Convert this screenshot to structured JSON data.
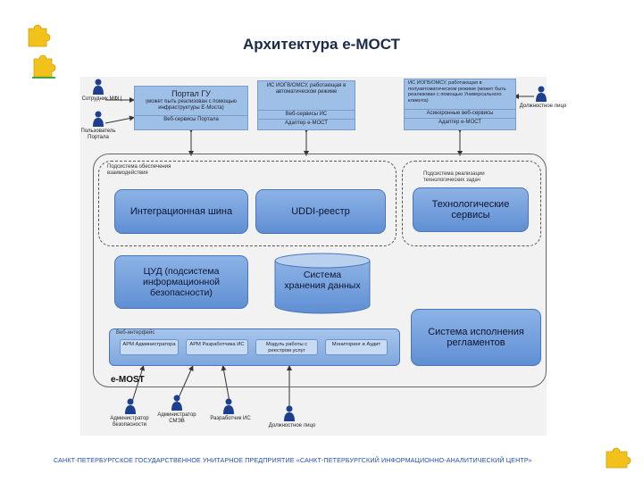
{
  "title": "Архитектура е-МОСТ",
  "footer": "САНКТ-ПЕТЕРБУРГСКОЕ ГОСУДАРСТВЕННОЕ УНИТАРНОЕ ПРЕДПРИЯТИЕ «САНКТ-ПЕТЕРБУРГСКИЙ ИНФОРМАЦИОННО-АНАЛИТИЧЕСКИЙ ЦЕНТР»",
  "colors": {
    "puzzle": "#f2c21b",
    "accent_blue": "#5f8fd3",
    "footer_text": "#1f4fb5"
  },
  "top": {
    "portal_title": "Портал ГУ",
    "portal_note": "(может быть реализован с помощью инфраструктуры Е-Моста)",
    "portal_sub": "Веб-сервисы Портала",
    "isov_auto": "ИС ИОГВ/ОМСУ, работающая в автоматическом режиме",
    "isov_auto_ws": "Веб-сервисы ИС",
    "isov_auto_adapter": "Адаптер е-МОСТ",
    "isov_semi": "ИС ИОГВ/ОМСУ, работающая в полуавтоматическом режиме (может быть реализован с помощью Универсального клиента)",
    "isov_semi_ws": "Асинхронные веб-сервисы",
    "isov_semi_adapter": "Адаптер е-МОСТ"
  },
  "actors": {
    "mfc": "Сотрудник МФЦ",
    "portal_user": "Пользователь Портала",
    "official_top": "Должностное лицо",
    "admin_sec": "Администратор безопасности",
    "admin_smev": "Администратор СМЭВ",
    "developer": "Разработчик ИС",
    "official_bottom": "Должностное лицо"
  },
  "subsystems": {
    "interaction_label": "Подсистема обеспечения взаимодействия",
    "tech_label": "Подсистема реализации технологических задач",
    "integration_bus": "Интеграционная шина",
    "uddi": "UDDI-реестр",
    "tech_services": "Технологические сервисы",
    "cud": "ЦУД (подсистема информационной безопасности)",
    "storage": "Система хранения данных",
    "regulations": "Система исполнения регламентов",
    "web_label": "Веб-интерфейс",
    "arm_admin": "АРМ Администратора",
    "arm_dev": "АРМ Разработчика ИС",
    "service_module": "Модуль работы с реестром услуг",
    "monitoring": "Мониторинг и Аудит",
    "emost": "e-MOST"
  }
}
